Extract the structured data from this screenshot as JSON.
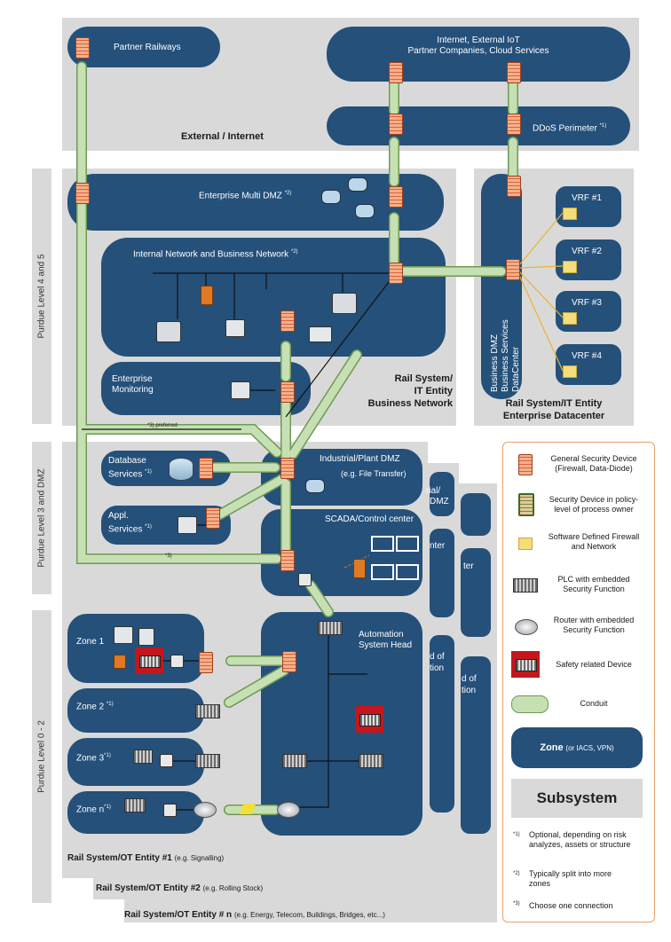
{
  "zones": {
    "partner_railways": "Partner Railways",
    "internet_line1": "Internet, External IoT",
    "internet_line2": "Partner Companies, Cloud Services",
    "ddos": "DDoS Perimeter",
    "ddos_sup": "*1)",
    "external_internet": "External / Internet",
    "multi_dmz": "Enterprise Multi DMZ",
    "multi_dmz_sup": "*2)",
    "internal_network": "Internal Network and Business Network",
    "internal_network_sup": "*2)",
    "monitoring_line1": "Enterprise",
    "monitoring_line2": "Monitoring",
    "it_entity_line1": "Rail System/",
    "it_entity_line2": "IT Entity",
    "it_entity_line3": "Business Network",
    "vrf": [
      "VRF #1",
      "VRF #2",
      "VRF #3",
      "VRF #4"
    ],
    "datacenter_vertical_1": "Business DMZ",
    "datacenter_vertical_2": "Business Services",
    "datacenter_vertical_3": "DataCenter",
    "datacenter_title_1": "Rail System/IT Entity",
    "datacenter_title_2": "Enterprise Datacenter",
    "db_services_line1": "Database",
    "db_services_line2": "Services",
    "db_services_sup": "*1)",
    "appl_services_line1": "Appl.",
    "appl_services_line2": "Services",
    "appl_services_sup": "*1)",
    "industrial_dmz_line1": "Industrial/Plant DMZ",
    "industrial_dmz_line2": "(e.g. File Transfer)",
    "scada": "SCADA/Control center",
    "automation_line1": "Automation",
    "automation_line2": "System Head",
    "zone1": "Zone 1",
    "zone2": "Zone 2",
    "zone2_sup": "*1)",
    "zone3": "Zone 3",
    "zone3_sup": "*1)",
    "zonen": "Zone n",
    "zonen_sup": "*1)",
    "preferred": "*3) preferred",
    "alt_conn": "*3)",
    "ghost_rial": "rial/",
    "ghost_dmz": "DMZ",
    "ghost_nter": "nter",
    "ghost_ter": "ter",
    "ghost_dof1": "d of",
    "ghost_tion1": "tion",
    "ghost_dof2": "d of",
    "ghost_tion2": "tion"
  },
  "levels": {
    "l45": "Purdue Level 4 and 5",
    "l3": "Purdue Level 3 and DMZ",
    "l02": "Purdue Level 0 - 2"
  },
  "ot_entities": [
    {
      "name": "Rail System/OT Entity #1",
      "note": "(e.g. Signalling)"
    },
    {
      "name": "Rail System/OT Entity #2",
      "note": "(e.g. Rolling Stock)"
    },
    {
      "name": "Rail System/OT Entity # n",
      "note": "(e.g. Energy, Telecom, Buildings, Bridges, etc...)"
    }
  ],
  "legend": {
    "general_security_1": "General Security Device",
    "general_security_2": "(Firewall, Data-Diode)",
    "policy_device_1": "Security Device in policy-",
    "policy_device_2": "level of process owner",
    "sdn_1": "Software Defined Firewall",
    "sdn_2": "and Network",
    "plc_1": "PLC with embedded",
    "plc_2": "Security Function",
    "router_1": "Router with embedded",
    "router_2": "Security Function",
    "safety": "Safety related Device",
    "conduit": "Conduit",
    "zone_bold": "Zone",
    "zone_rest": "(or IACS, VPN)",
    "subsystem": "Subsystem",
    "note1_mark": "*1)",
    "note1_1": "Optional, depending on risk",
    "note1_2": "analyzes, assets or structure",
    "note2_mark": "*2)",
    "note2_1": "Typically split into more",
    "note2_2": "zones",
    "note3_mark": "*3)",
    "note3_1": "Choose one connection"
  },
  "colors": {
    "zone_blue": "#24507a",
    "subsystem_grey": "#d9d9d9",
    "conduit_green": "#c6e0b4",
    "legend_border": "#e8a06a"
  }
}
